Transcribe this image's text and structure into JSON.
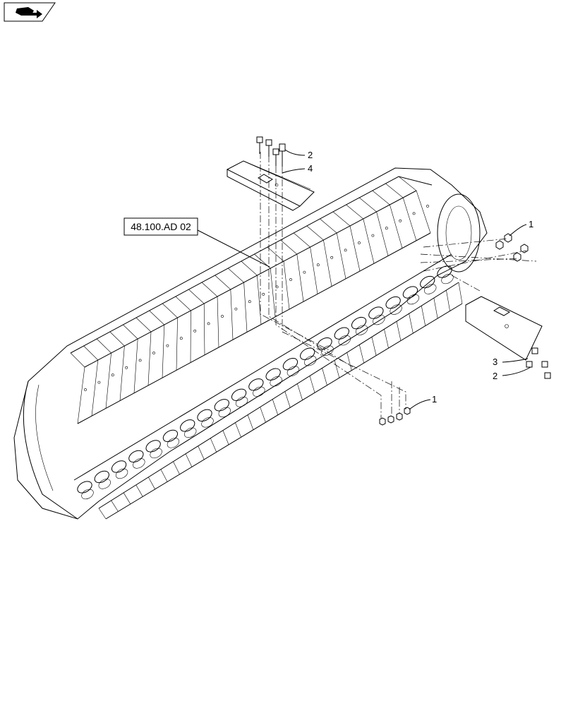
{
  "reference_box": {
    "label": "48.100.AD 02"
  },
  "callouts": [
    {
      "id": "c-top-2",
      "number": "2"
    },
    {
      "id": "c-top-4",
      "number": "4"
    },
    {
      "id": "c-right-1",
      "number": "1"
    },
    {
      "id": "c-right-3",
      "number": "3"
    },
    {
      "id": "c-right-2",
      "number": "2"
    },
    {
      "id": "c-bottom-1",
      "number": "1"
    }
  ],
  "icons": {
    "corner": "book-arrow-icon"
  },
  "colors": {
    "line": "#000000",
    "background": "#ffffff"
  }
}
